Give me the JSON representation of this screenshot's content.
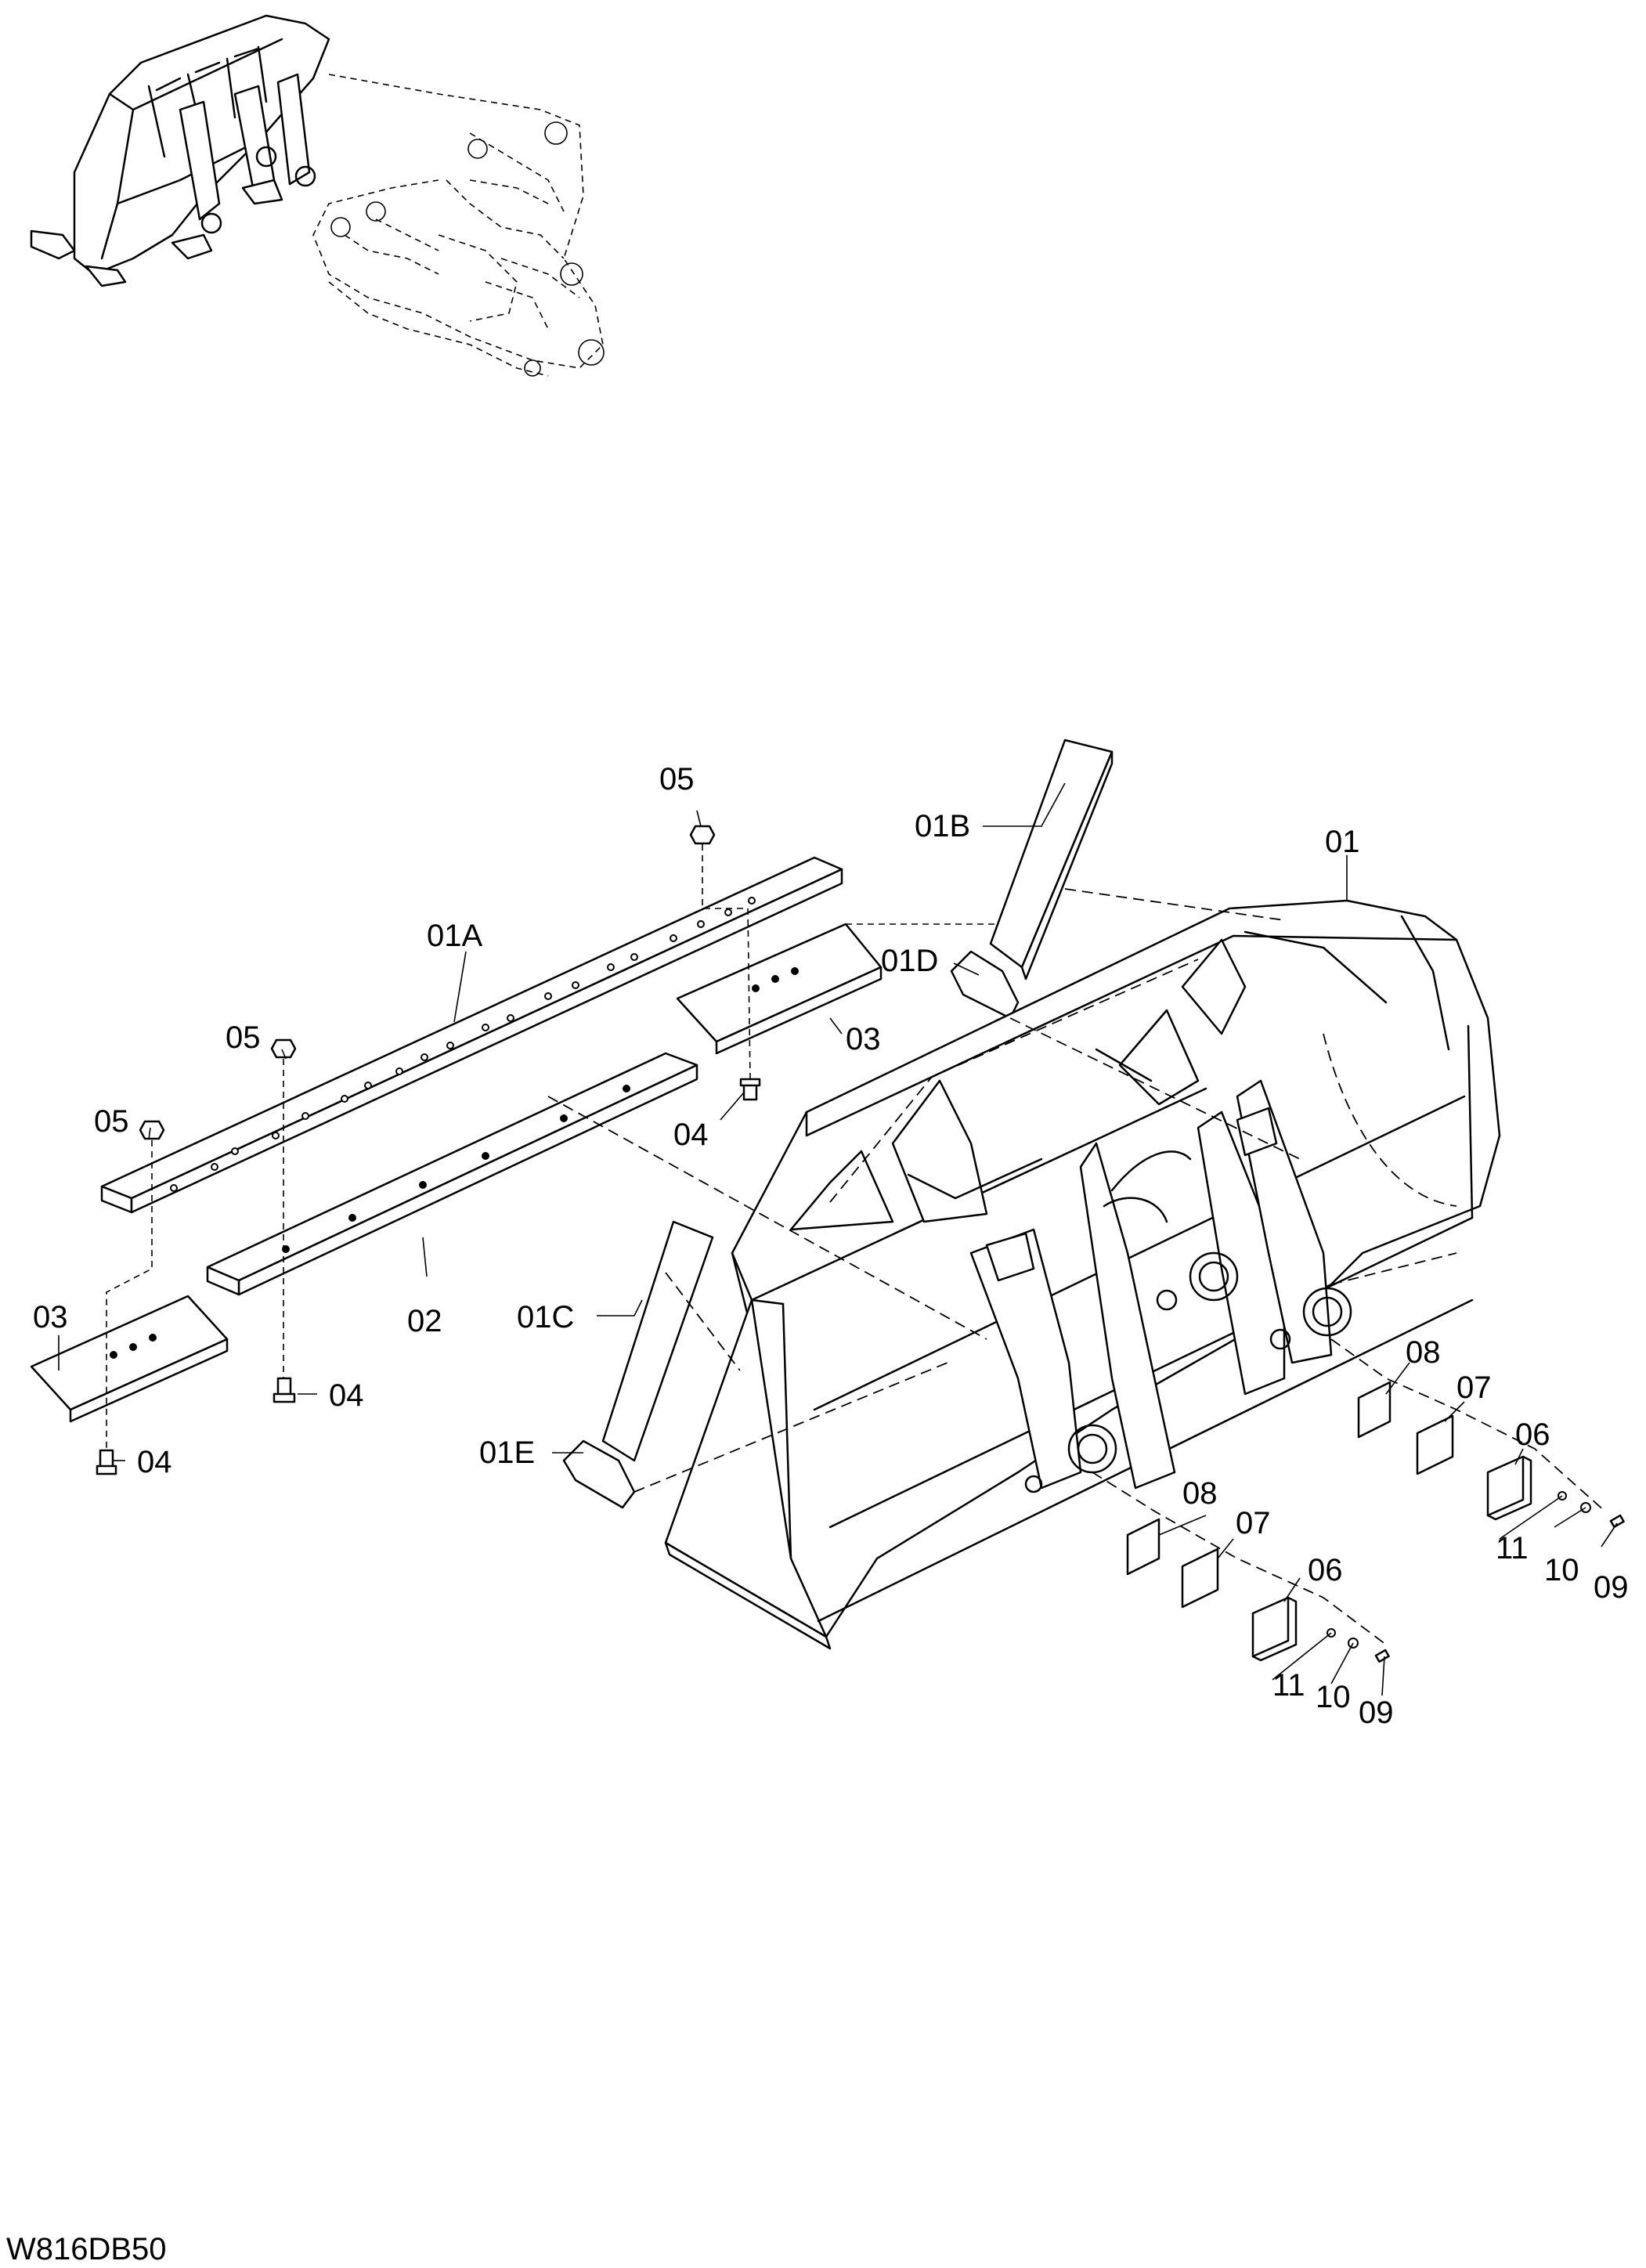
{
  "drawing_code": "W816DB50",
  "callouts": {
    "c01": "01",
    "c01A": "01A",
    "c01B": "01B",
    "c01C": "01C",
    "c01D": "01D",
    "c01E": "01E",
    "c02": "02",
    "c03_right": "03",
    "c03_left": "03",
    "c04_mid": "04",
    "c04_left_top": "04",
    "c04_left_bottom": "04",
    "c05_top": "05",
    "c05_mid": "05",
    "c05_left": "05",
    "c06_right": "06",
    "c06_left": "06",
    "c07_right": "07",
    "c07_left": "07",
    "c08_right": "08",
    "c08_left": "08",
    "c09_right": "09",
    "c09_left": "09",
    "c10_right": "10",
    "c10_left": "10",
    "c11_right": "11",
    "c11_left": "11"
  }
}
